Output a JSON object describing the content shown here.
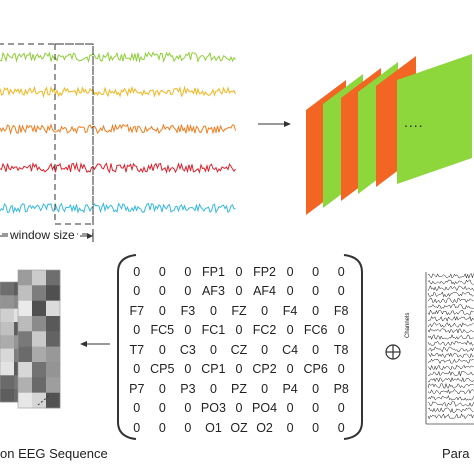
{
  "labels": {
    "window_size": "window size",
    "sequence_caption": "on EEG Sequence",
    "right_caption": "Para",
    "ellipsis": "....",
    "plus_symbol": "⊕",
    "channels_axis": "Channels"
  },
  "colors": {
    "wave_traces": [
      "#8fce3a",
      "#f2b61f",
      "#f07d1f",
      "#e01f2a",
      "#35b9e0"
    ],
    "orange_frame": "#f26522",
    "green_frame": "#8dd63c"
  },
  "electrode_grid": [
    [
      "0",
      "0",
      "0",
      "FP1",
      "0",
      "FP2",
      "0",
      "0",
      "0"
    ],
    [
      "0",
      "0",
      "0",
      "AF3",
      "0",
      "AF4",
      "0",
      "0",
      "0"
    ],
    [
      "F7",
      "0",
      "F3",
      "0",
      "FZ",
      "0",
      "F4",
      "0",
      "F8"
    ],
    [
      "0",
      "FC5",
      "0",
      "FC1",
      "0",
      "FC2",
      "0",
      "FC6",
      "0"
    ],
    [
      "T7",
      "0",
      "C3",
      "0",
      "CZ",
      "0",
      "C4",
      "0",
      "T8"
    ],
    [
      "0",
      "CP5",
      "0",
      "CP1",
      "0",
      "CP2",
      "0",
      "CP6",
      "0"
    ],
    [
      "P7",
      "0",
      "P3",
      "0",
      "PZ",
      "0",
      "P4",
      "0",
      "P8"
    ],
    [
      "0",
      "0",
      "0",
      "PO3",
      "0",
      "PO4",
      "0",
      "0",
      "0"
    ],
    [
      "0",
      "0",
      "0",
      "O1",
      "OZ",
      "O2",
      "0",
      "0",
      "0"
    ]
  ]
}
